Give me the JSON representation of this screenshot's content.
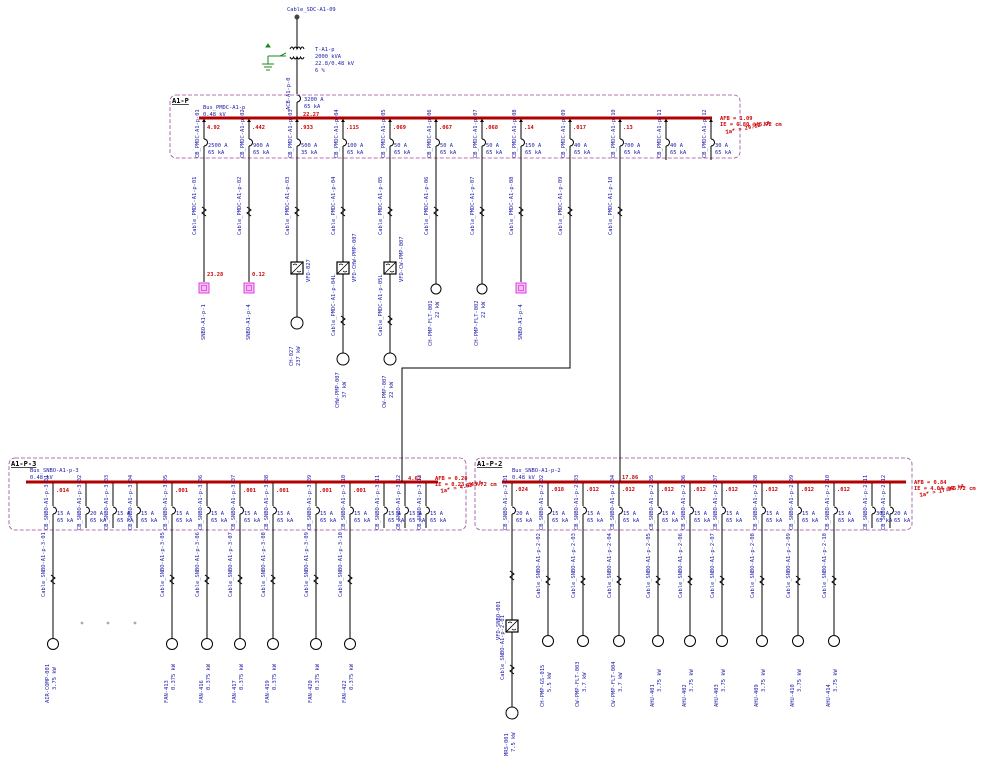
{
  "top": {
    "cable": "Cable_SDC-A1-09",
    "xfmr": [
      "T-A1-p",
      "2000 kVA",
      "22.8/0.48 kV",
      "6 %"
    ],
    "main_cb": "ACB-A1-p-0",
    "main_cb_rating": [
      "3200 A",
      "65 kA"
    ],
    "main_current": "22.27"
  },
  "zones": {
    "a1p": "A1-P",
    "a1p3": "A1-P-3",
    "a1p2": "A1-P-2"
  },
  "buses": {
    "pmdc": {
      "name": "Bus_PMDC-A1-p",
      "kv": "0.48 kV",
      "afb": "AFB = 1.09",
      "ie": "IE  = 6.80 @45.72 cm",
      "ia": "Ia* = 29.12 kA"
    },
    "snbo3": {
      "name": "Bus_SNBO-A1-p-3",
      "kv": "0.48 kV",
      "afb": "AFB = 0.20",
      "ie": "IE  = 0.23 @45.72 cm",
      "ia": "Ia* = 4.63 kA",
      "feed": "4.62"
    },
    "snbo2": {
      "name": "Bus_SNBO-A1-p-2",
      "kv": "0.48 kV",
      "afb": "AFB = 0.84",
      "ie": "IE  = 4.04 @45.72 cm",
      "ia": "Ia* = 17.99 kA",
      "feed": "17.86"
    }
  },
  "pmdc_breakers": [
    {
      "cb": "CB_PMDC-A1-p-01",
      "rating": [
        "2500 A",
        "65 kA"
      ],
      "current": "4.92",
      "cable": "Cable_PMDC-A1-p-01",
      "load_type": "bus",
      "load_value": "23.28",
      "load": [
        "SNBO-A1-p-1"
      ]
    },
    {
      "cb": "CB_PMDC-A1-p-02",
      "rating": [
        "900 A",
        "65 kA"
      ],
      "current": ".442",
      "cable": "Cable_PMDC-A1-p-02",
      "load_type": "bus",
      "load_value": "0.12",
      "load": [
        "SNBO-A1-p-4"
      ]
    },
    {
      "cb": "CB_PMDC-A1-p-03",
      "rating": [
        "500 A",
        "35 kA"
      ],
      "current": ".933",
      "cable": "Cable_PMDC-A1-p-03",
      "load_type": "vfd-motor",
      "vfd": "VFD-027",
      "load": [
        "CH-027",
        "237 kW"
      ]
    },
    {
      "cb": "CB_PMDC-A1-p-04",
      "rating": [
        "100 A",
        "65 kA"
      ],
      "current": ".115",
      "cable": "Cable_PMDC-A1-p-04",
      "load_type": "vfd-motor",
      "vfd": "VFD-CHW-PMP-007",
      "cable2": "Cable_PMDC-A1-p-04L",
      "load": [
        "CHW-PMP-007",
        "37 kW"
      ]
    },
    {
      "cb": "CB_PMDC-A1-p-05",
      "rating": [
        "50 A",
        "65 kA"
      ],
      "current": ".069",
      "cable": "Cable_PMDC-A1-p-05",
      "load_type": "vfd-motor",
      "vfd": "VFD-CW-PMP-007",
      "cable2": "Cable_PMDC-A1-p-05L",
      "load": [
        "CW-PMP-007",
        "22 kW"
      ]
    },
    {
      "cb": "CB_PMDC-A1-p-06",
      "rating": [
        "50 A",
        "65 kA"
      ],
      "current": ".067",
      "cable": "Cable_PMDC-A1-p-06",
      "load_type": "motor",
      "load": [
        "CH-PMP-FLT-001",
        "22 kW"
      ]
    },
    {
      "cb": "CB_PMDC-A1-p-07",
      "rating": [
        "50 A",
        "65 kA"
      ],
      "current": ".068",
      "cable": "Cable_PMDC-A1-p-07",
      "load_type": "motor",
      "load": [
        "CH-PMP-FLT-002",
        "22 kW"
      ]
    },
    {
      "cb": "CB_PMDC-A1-p-08",
      "rating": [
        "150 A",
        "65 kA"
      ],
      "current": ".14",
      "cable": "Cable_PMDC-A1-p-08",
      "load_type": "bus",
      "load_value": "",
      "load": [
        "SNBO-A1-p-4"
      ]
    },
    {
      "cb": "CB_PMDC-A1-p-09",
      "rating": [
        "40 A",
        "65 kA"
      ],
      "current": ".017",
      "cable": "Cable_PMDC-A1-p-09",
      "load_type": "feeder",
      "load": []
    },
    {
      "cb": "CB_PMDC-A1-p-10",
      "rating": [
        "700 A",
        "65 kA"
      ],
      "current": ".13",
      "cable": "Cable_PMDC-A1-p-10",
      "load_type": "feeder",
      "load": []
    },
    {
      "cb": "CB_PMDC-A1-p-11",
      "rating": [
        "40 A",
        "65 kA"
      ],
      "current": "",
      "cable": "",
      "load_type": "none",
      "load": []
    },
    {
      "cb": "CB_PMDC-A1-p-12",
      "rating": [
        "30 A",
        "65 kA"
      ],
      "current": "",
      "cable": "",
      "load_type": "none",
      "load": []
    }
  ],
  "snbo3_breakers": [
    {
      "cb": "CB_SNBO-A1-p-3-01",
      "rating": [
        "15 A",
        "65 kA"
      ],
      "current": ".014",
      "cable": "Cable_SNBO-A1-p-3-01",
      "load": [
        "AIR-COMP-001",
        "3.75 kW"
      ],
      "has_load": true
    },
    {
      "cb": "CB_SNBO-A1-p-3-02",
      "rating": [
        "20 A",
        "65 kA"
      ],
      "current": "",
      "cable": "",
      "load": [],
      "has_load": false
    },
    {
      "cb": "CB_SNBO-A1-p-3-03",
      "rating": [
        "15 A",
        "65 kA"
      ],
      "current": "",
      "cable": "",
      "load": [],
      "has_load": false
    },
    {
      "cb": "CB_SNBO-A1-p-3-04",
      "rating": [
        "15 A",
        "65 kA"
      ],
      "current": "",
      "cable": "",
      "load": [],
      "has_load": false
    },
    {
      "cb": "CB_SNBO-A1-p-3-05",
      "rating": [
        "15 A",
        "65 kA"
      ],
      "current": ".001",
      "cable": "Cable_SNBO-A1-p-3-05",
      "load": [
        "FAN-413",
        "0.375 kW"
      ],
      "has_load": true
    },
    {
      "cb": "CB_SNBO-A1-p-3-06",
      "rating": [
        "15 A",
        "65 kA"
      ],
      "current": "",
      "cable": "Cable_SNBO-A1-p-3-06",
      "load": [
        "FAN-416",
        "0.375 kW"
      ],
      "has_load": true
    },
    {
      "cb": "CB_SNBO-A1-p-3-07",
      "rating": [
        "15 A",
        "65 kA"
      ],
      "current": ".001",
      "cable": "Cable_SNBO-A1-p-3-07",
      "load": [
        "FAN-417",
        "0.375 kW"
      ],
      "has_load": true
    },
    {
      "cb": "CB_SNBO-A1-p-3-08",
      "rating": [
        "15 A",
        "65 kA"
      ],
      "current": ".001",
      "cable": "Cable_SNBO-A1-p-3-08",
      "load": [
        "FAN-419",
        "0.375 kW"
      ],
      "has_load": true
    },
    {
      "cb": "CB_SNBO-A1-p-3-09",
      "rating": [
        "15 A",
        "65 kA"
      ],
      "current": ".001",
      "cable": "Cable_SNBO-A1-p-3-09",
      "load": [
        "FAN-420",
        "0.375 kW"
      ],
      "has_load": true
    },
    {
      "cb": "CB_SNBO-A1-p-3-10",
      "rating": [
        "15 A",
        "65 kA"
      ],
      "current": ".001",
      "cable": "Cable_SNBO-A1-p-3-10",
      "load": [
        "FAN-422",
        "0.375 kW"
      ],
      "has_load": true
    },
    {
      "cb": "CB_SNBO-A1-p-3-11",
      "rating": [
        "15 A",
        "65 kA"
      ],
      "current": "",
      "cable": "",
      "load": [],
      "has_load": false
    },
    {
      "cb": "CB_SNBO-A1-p-3-12",
      "rating": [
        "15 A",
        "65 kA"
      ],
      "current": "",
      "cable": "",
      "load": [],
      "has_load": false
    },
    {
      "cb": "CB_SNBO-A1-p-3-13",
      "rating": [
        "15 A",
        "65 kA"
      ],
      "current": "",
      "cable": "",
      "load": [],
      "has_load": false
    }
  ],
  "snbo2_breakers": [
    {
      "cb": "CB_SNBO-A1-p-2-01",
      "rating": [
        "20 A",
        "65 kA"
      ],
      "current": ".024",
      "cable": "Cable_SNBO-A1-p-2-01",
      "vfd": "VFD-SNBO-001",
      "load": [
        "MRS-001",
        "7.5 kW"
      ],
      "has_load": true
    },
    {
      "cb": "CB_SNBO-A1-p-2-02",
      "rating": [
        "15 A",
        "65 kA"
      ],
      "current": ".018",
      "cable": "Cable_SNBO-A1-p-2-02",
      "load": [
        "CH-PMP-GS-015",
        "5.5 kW"
      ],
      "has_load": true
    },
    {
      "cb": "CB_SNBO-A1-p-2-03",
      "rating": [
        "15 A",
        "65 kA"
      ],
      "current": ".012",
      "cable": "Cable_SNBO-A1-p-2-03",
      "load": [
        "CW-PMP-FLT-003",
        "3.7 kW"
      ],
      "has_load": true
    },
    {
      "cb": "CB_SNBO-A1-p-2-04",
      "rating": [
        "15 A",
        "65 kA"
      ],
      "current": ".012",
      "cable": "Cable_SNBO-A1-p-2-04",
      "load": [
        "CW-PMP-FLT-004",
        "3.7 kW"
      ],
      "has_load": true
    },
    {
      "cb": "CB_SNBO-A1-p-2-05",
      "rating": [
        "15 A",
        "65 kA"
      ],
      "current": ".012",
      "cable": "Cable_SNBO-A1-p-2-05",
      "load": [
        "AHU-401",
        "3.75 kW"
      ],
      "has_load": true
    },
    {
      "cb": "CB_SNBO-A1-p-2-06",
      "rating": [
        "15 A",
        "65 kA"
      ],
      "current": ".012",
      "cable": "Cable_SNBO-A1-p-2-06",
      "load": [
        "AHU-402",
        "3.75 kW"
      ],
      "has_load": true
    },
    {
      "cb": "CB_SNBO-A1-p-2-07",
      "rating": [
        "15 A",
        "65 kA"
      ],
      "current": ".012",
      "cable": "Cable_SNBO-A1-p-2-07",
      "load": [
        "AHU-403",
        "3.75 kW"
      ],
      "has_load": true
    },
    {
      "cb": "CB_SNBO-A1-p-2-08",
      "rating": [
        "15 A",
        "65 kA"
      ],
      "current": ".012",
      "cable": "Cable_SNBO-A1-p-2-08",
      "load": [
        "AHU-409",
        "3.75 kW"
      ],
      "has_load": true
    },
    {
      "cb": "CB_SNBO-A1-p-2-09",
      "rating": [
        "15 A",
        "65 kA"
      ],
      "current": ".012",
      "cable": "Cable_SNBO-A1-p-2-09",
      "load": [
        "AHU-410",
        "3.75 kW"
      ],
      "has_load": true
    },
    {
      "cb": "CB_SNBO-A1-p-2-10",
      "rating": [
        "15 A",
        "65 kA"
      ],
      "current": ".012",
      "cable": "Cable_SNBO-A1-p-2-10",
      "load": [
        "AHU-414",
        "3.75 kW"
      ],
      "has_load": true
    },
    {
      "cb": "CB_SNBO-A1-p-2-11",
      "rating": [
        "30 A",
        "65 kA"
      ],
      "current": "",
      "cable": "",
      "load": [],
      "has_load": false
    },
    {
      "cb": "CB_SNBO-A1-p-2-12",
      "rating": [
        "20 A",
        "65 kA"
      ],
      "current": "",
      "cable": "",
      "load": [],
      "has_load": false
    }
  ],
  "colors": {
    "bus": "#b00000",
    "text": "#1a1aa6",
    "alert": "#cc0000",
    "zone": "#9a4a9a",
    "ground": "#1a8a1a",
    "bus_marker": "#e040e0"
  }
}
